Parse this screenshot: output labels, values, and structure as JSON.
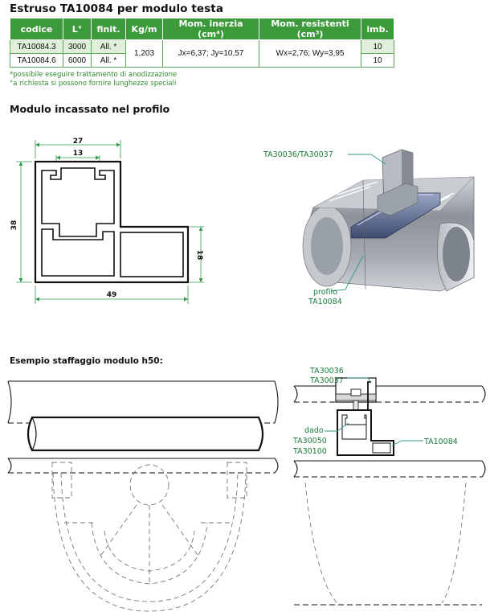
{
  "title": "Estruso TA10084 per modulo testa",
  "table": {
    "headers": [
      "codice",
      "L°",
      "finit.",
      "Kg/m",
      "Mom. inerzia (cm⁴)",
      "Mom. resistenti (cm³)",
      "imb."
    ],
    "rows": [
      {
        "codice": "TA10084.3",
        "L": "3000",
        "finit": "All. *",
        "imb": "10"
      },
      {
        "codice": "TA10084.6",
        "L": "6000",
        "finit": "All. *",
        "imb": "10"
      }
    ],
    "kgm": "1,203",
    "inerzia": "Jx=6,37; Jy=10,57",
    "resistenti": "Wx=2,76; Wy=3,95"
  },
  "notes": [
    "*possibile eseguire trattamento di anodizzazione",
    "°a richiesta si possono fornire lunghezze speciali"
  ],
  "section1": {
    "heading": "Modulo incassato nel profilo",
    "dims": {
      "top": "27",
      "inner": "13",
      "height": "38",
      "width": "49",
      "right": "18"
    },
    "labels": {
      "clip": "TA30036/TA30037",
      "profilo": "profilo",
      "code": "TA10084"
    }
  },
  "section2": {
    "heading": "Esempio staffaggio modulo h50:",
    "labels": {
      "c1": "TA30036",
      "c2": "TA30037",
      "dado": "dado",
      "d1": "TA30050",
      "d2": "TA30100",
      "prof": "TA10084"
    }
  },
  "colors": {
    "header_green": "#3c9a3a",
    "light_green": "#e0efd9",
    "note_green": "#2f8b2f",
    "label_green": "#1b7c40",
    "dim_green": "#2f9a4a"
  }
}
